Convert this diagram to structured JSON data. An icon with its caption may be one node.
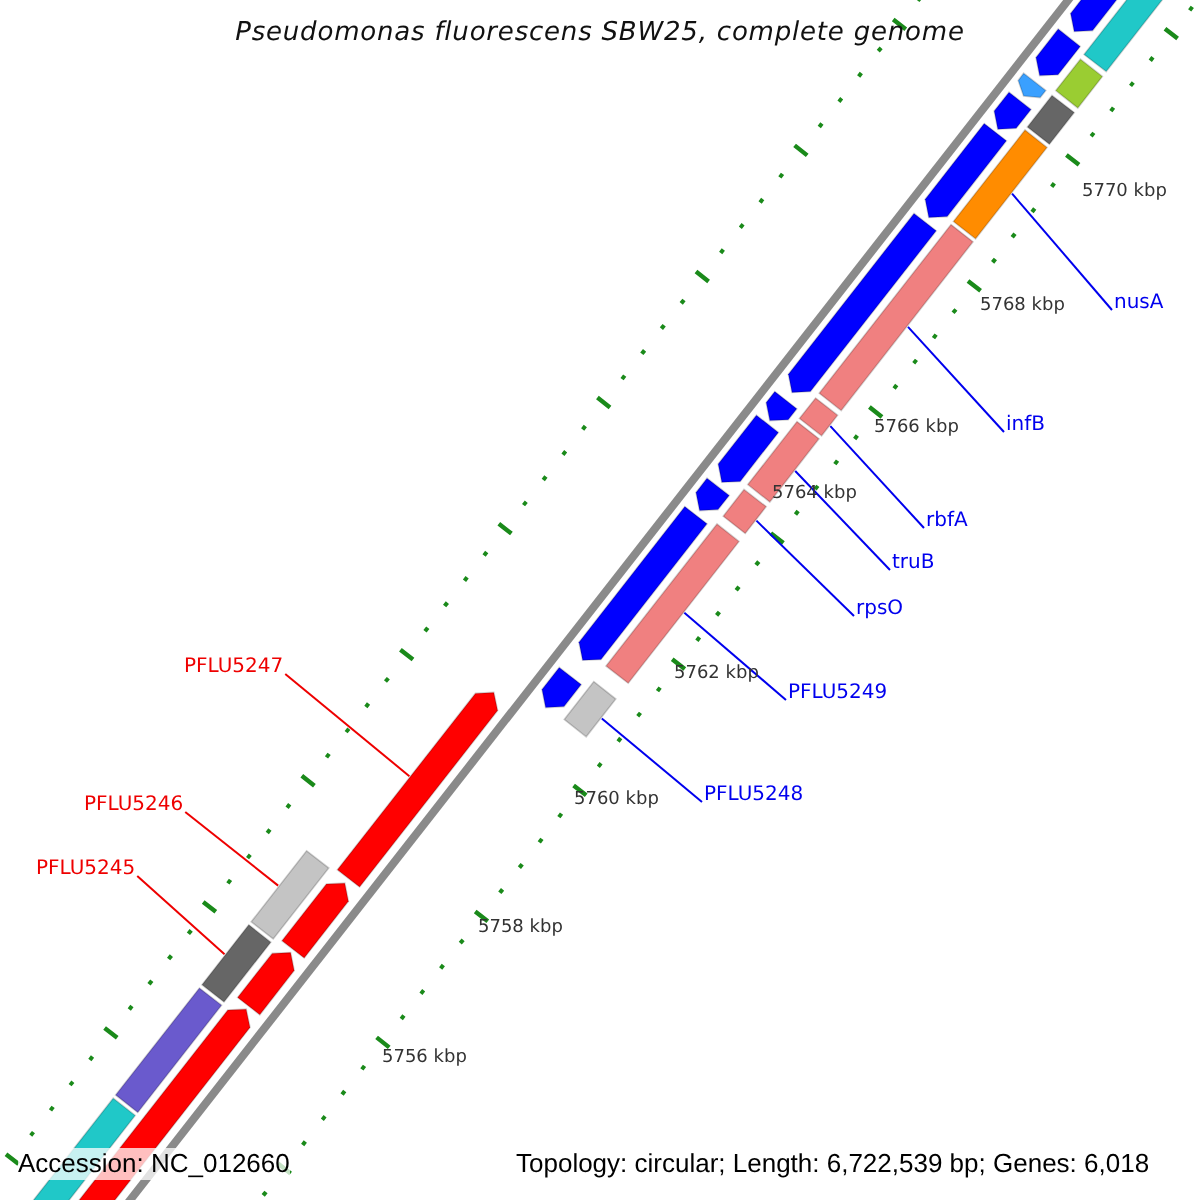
{
  "diagram": {
    "title": "Pseudomonas fluorescens SBW25, complete genome",
    "nodes": [
      {
        "text": [
          "nusA"
        ]
      },
      {
        "text": [
          "infB"
        ]
      },
      {
        "text": [
          "rbfA"
        ]
      },
      {
        "text": [
          "truB"
        ]
      },
      {
        "text": [
          "rpsO"
        ]
      },
      {
        "text": [
          "PFLU5247"
        ]
      },
      {
        "text": [
          "PFLU5249"
        ]
      },
      {
        "text": [
          "PFLU5248"
        ]
      },
      {
        "text": [
          "PFLU5246"
        ]
      },
      {
        "text": [
          "PFLU5245"
        ]
      },
      {
        "text": [],
        "shape": "bar"
      },
      {
        "text": [],
        "shape": "bar"
      },
      {
        "text": [],
        "shape": "bar"
      },
      {
        "text": [],
        "shape": "bar"
      },
      {
        "text": [],
        "shape": "bar"
      },
      {
        "text": [],
        "shape": "bar"
      },
      {
        "text": [],
        "shape": "bar"
      },
      {
        "text": [],
        "shape": "pentagon"
      },
      {
        "text": [],
        "shape": "bar"
      },
      {
        "text": [],
        "shape": "bar"
      }
    ],
    "edges": [
      {
        "from": 0,
        "to": 10,
        "arrow": "none"
      },
      {
        "from": 1,
        "to": 11,
        "arrow": "none"
      },
      {
        "from": 2,
        "to": 12,
        "arrow": "none"
      },
      {
        "from": 3,
        "to": 13,
        "arrow": "none"
      },
      {
        "from": 4,
        "to": 14,
        "arrow": "none"
      },
      {
        "from": 5,
        "to": 17,
        "arrow": "none",
        "color": "#ee0000"
      },
      {
        "from": 6,
        "to": 15,
        "arrow": "none"
      },
      {
        "from": 7,
        "to": 16,
        "arrow": "none"
      },
      {
        "from": 8,
        "to": 18,
        "arrow": "none",
        "color": "#ee0000"
      },
      {
        "from": 9,
        "to": 19,
        "arrow": "none",
        "color": "#ee0000"
      }
    ],
    "labels": [
      "5770 kbp",
      "5768 kbp",
      "5766 kbp",
      "5764 kbp",
      "5762 kbp",
      "5760 kbp",
      "5758 kbp",
      "5756 kbp",
      "Accession: NC_012660",
      "Topology: circular; Length: 6,722,539 bp; Genes: 6,018"
    ]
  }
}
